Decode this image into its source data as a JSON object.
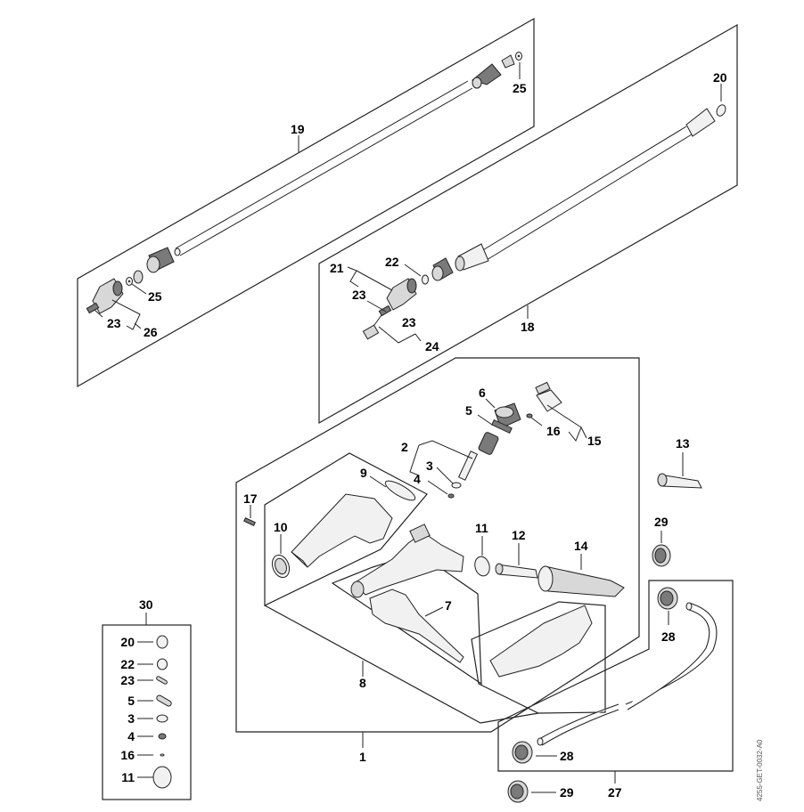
{
  "diagram": {
    "type": "exploded-parts-diagram",
    "drawing_code": "4255-GET-0032-A0",
    "callouts": {
      "c19": "19",
      "c25a": "25",
      "c25b": "25",
      "c23a": "23",
      "c26": "26",
      "c20": "20",
      "c22": "22",
      "c21": "21",
      "c23b": "23",
      "c23c": "23",
      "c24": "24",
      "c18": "18",
      "c6": "6",
      "c5": "5",
      "c2": "2",
      "c3": "3",
      "c4": "4",
      "c16": "16",
      "c15": "15",
      "c17": "17",
      "c9": "9",
      "c10": "10",
      "c11": "11",
      "c12": "12",
      "c14": "14",
      "c7": "7",
      "c8": "8",
      "c1": "1",
      "c13": "13",
      "c29a": "29",
      "c28a": "28",
      "c28b": "28",
      "c27": "27",
      "c29b": "29"
    },
    "kit": {
      "number": "30",
      "items": [
        "20",
        "22",
        "23",
        "5",
        "3",
        "4",
        "16",
        "11"
      ]
    }
  }
}
